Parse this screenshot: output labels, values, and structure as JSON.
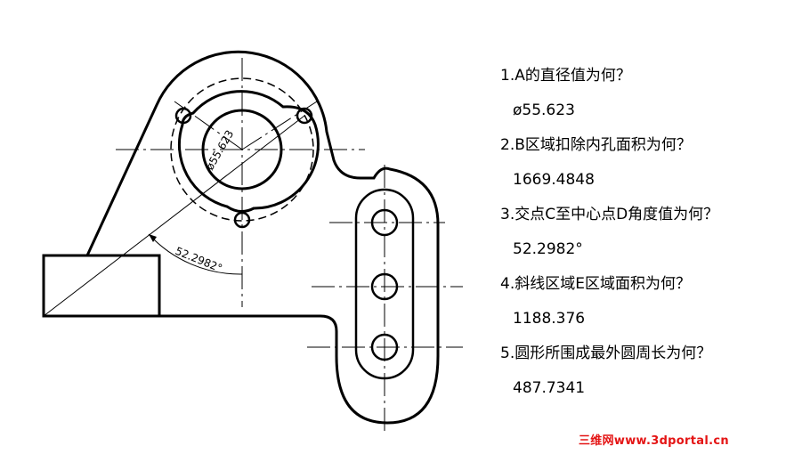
{
  "drawing": {
    "dim_diameter": "ø55.623",
    "dim_angle": "52.2982°"
  },
  "questions": [
    {
      "q": "1.A的直径值为何？",
      "a": "ø55.623"
    },
    {
      "q": "2.B区域扣除内孔面积为何？",
      "a": "1669.4848"
    },
    {
      "q": "3.交点C至中心点D角度值为何？",
      "a": "52.2982°"
    },
    {
      "q": "4.斜线区域E区域面积为何？",
      "a": "1188.376"
    },
    {
      "q": "5.圆形所围成最外圆周长为何？",
      "a": "487.7341"
    }
  ],
  "watermark": "三维网www.3dportal.cn"
}
